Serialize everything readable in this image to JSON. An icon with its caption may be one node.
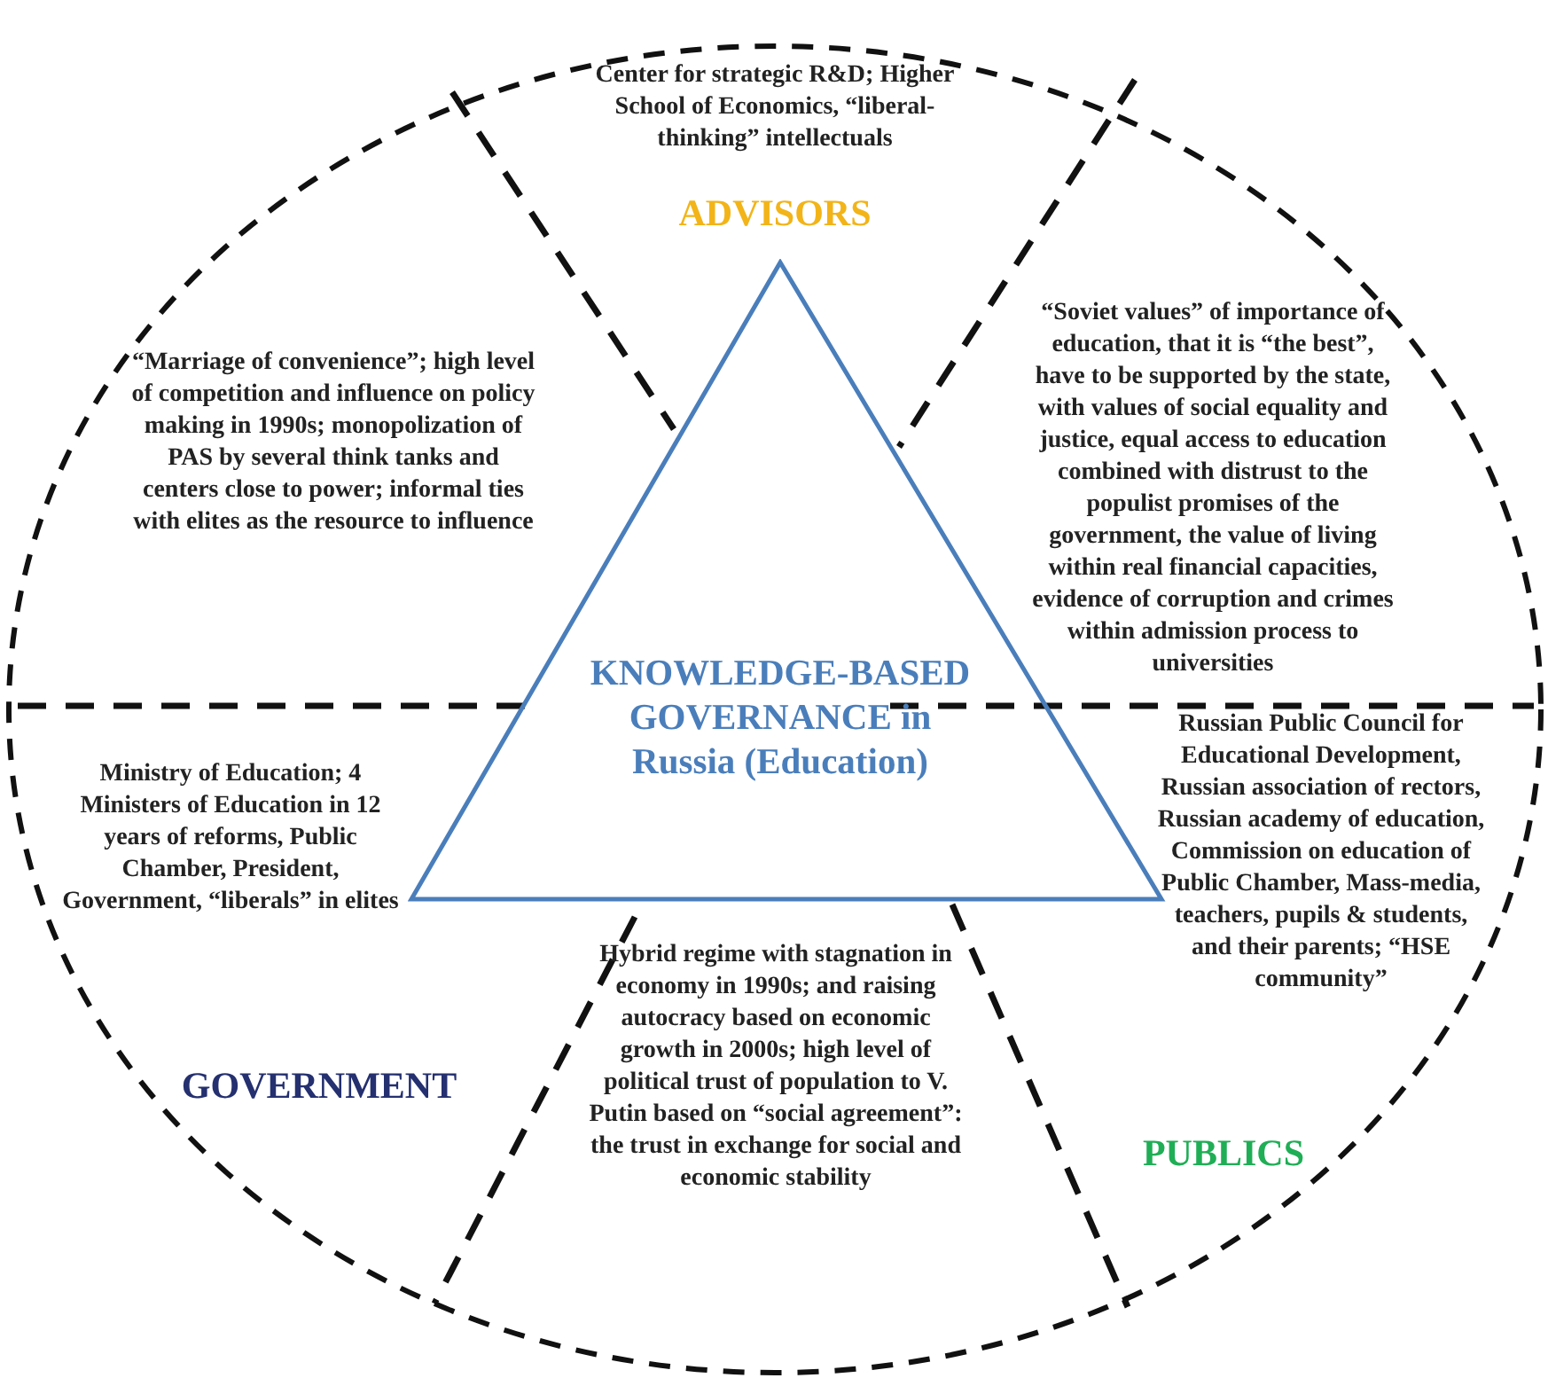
{
  "diagram": {
    "nodes": [
      {
        "text": [
          "Center for strategic R&D; Higher School of Economics, “liberal-thinking” intellectuals",
          "ADVISORS"
        ]
      },
      {
        "text": [
          "“Marriage of convenience”; high level of competition and influence on policy making in 1990s; monopolization of PAS by several think tanks and centers close to power; informal ties with elites as the resource to influence"
        ]
      },
      {
        "text": [
          "“Soviet values” of importance of education, that it is “the best”, have to be supported by the state, with values of social equality and justice, equal access to education combined with distrust to the populist promises of the government, the value of living within real financial capacities, evidence of corruption and crimes within admission process to universities"
        ]
      },
      {
        "text": [
          "KNOWLEDGE-BASED GOVERNANCE in Russia (Education)"
        ]
      },
      {
        "text": [
          "Ministry of Education; 4 Ministers of Education in 12 years of reforms, Public Chamber, President, Government, “liberals” in elites",
          "GOVERNMENT"
        ]
      },
      {
        "text": [
          "Russian Public Council for Educational Development, Russian association of rectors, Russian academy of education, Commission on education of Public Chamber, Mass-media, teachers, pupils & students, and their parents; “HSE community”",
          "PUBLICS"
        ]
      },
      {
        "text": [
          "Hybrid regime with stagnation in economy in 1990s; and raising autocracy based on economic growth in 2000s; high level of political trust of population to V. Putin based on “social agreement”: the trust in exchange for social and economic stability"
        ]
      }
    ],
    "edges": []
  }
}
